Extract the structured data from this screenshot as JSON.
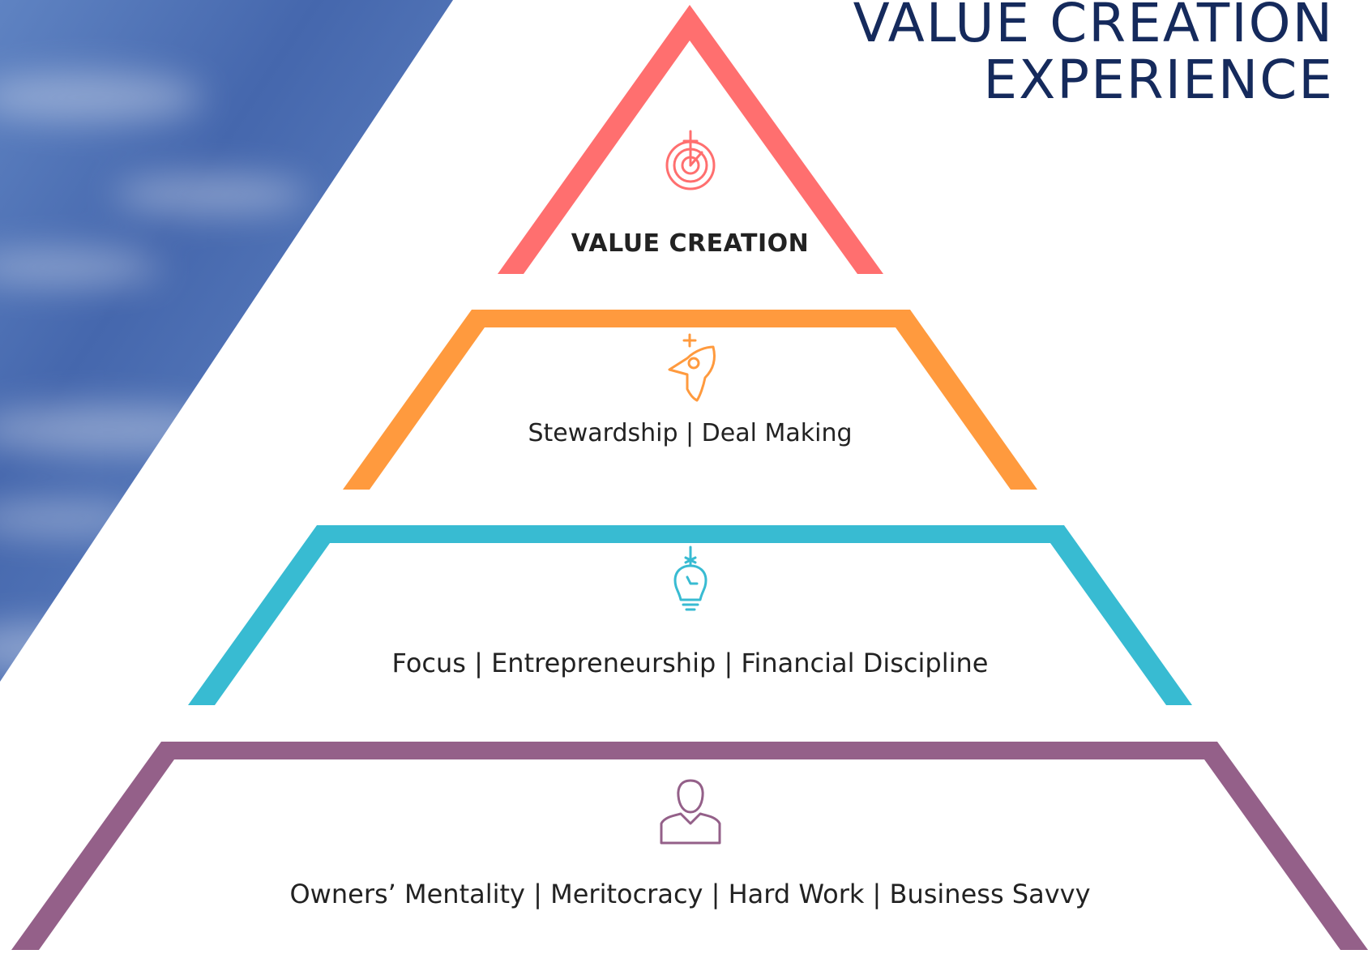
{
  "title": {
    "line1": "VALUE CREATION",
    "line2": "EXPERIENCE"
  },
  "colors": {
    "title": "#152a5c",
    "tier1": "#ff6f6f",
    "tier2": "#ff9a3e",
    "tier3": "#38bbd2",
    "tier4": "#946089",
    "sky": "#4a6fb0"
  },
  "tiers": [
    {
      "label": "VALUE CREATION",
      "icon": "target-icon"
    },
    {
      "label": "Stewardship |  Deal Making",
      "icon": "rocket-icon"
    },
    {
      "label": "Focus  |  Entrepreneurship  |  Financial Discipline",
      "icon": "lightbulb-icon"
    },
    {
      "label": "Owners’ Mentality  |  Meritocracy  |  Hard Work  |  Business Savvy",
      "icon": "person-icon"
    }
  ]
}
